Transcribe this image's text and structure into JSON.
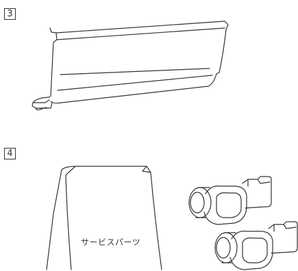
{
  "steps": [
    {
      "number": "3"
    },
    {
      "number": "4"
    }
  ],
  "parts": {
    "service_parts_label": "サービスパーツ"
  },
  "colors": {
    "line": "#333333",
    "background": "#ffffff"
  }
}
